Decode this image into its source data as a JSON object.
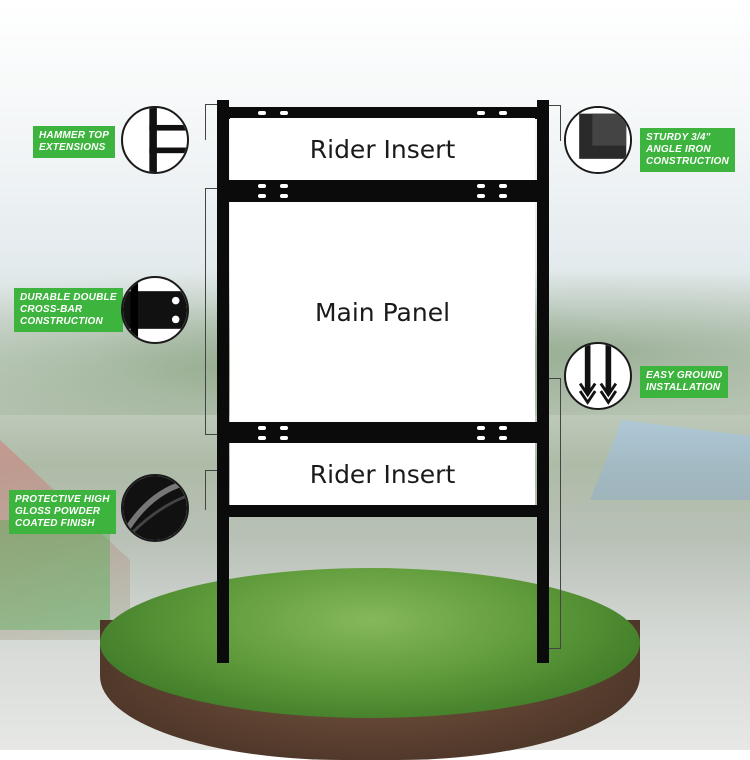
{
  "sign": {
    "rider_top": "Rider Insert",
    "main_panel": "Main Panel",
    "rider_bottom": "Rider Insert"
  },
  "callouts": {
    "hammer_top": [
      "HAMMER TOP",
      "EXTENSIONS"
    ],
    "double_crossbar": [
      "DURABLE DOUBLE",
      "CROSS-BAR",
      "CONSTRUCTION"
    ],
    "powder_coat": [
      "PROTECTIVE HIGH",
      "GLOSS POWDER",
      "COATED FINISH"
    ],
    "angle_iron": [
      "STURDY 3/4\"",
      "ANGLE IRON",
      "CONSTRUCTION"
    ],
    "ground_install": [
      "EASY GROUND",
      "INSTALLATION"
    ]
  },
  "colors": {
    "accent": "#3db43d",
    "frame": "#0b0b0b"
  },
  "icons": [
    "hammer-top-icon",
    "crossbar-icon",
    "powder-coat-icon",
    "angle-iron-icon",
    "ground-stake-icon"
  ]
}
